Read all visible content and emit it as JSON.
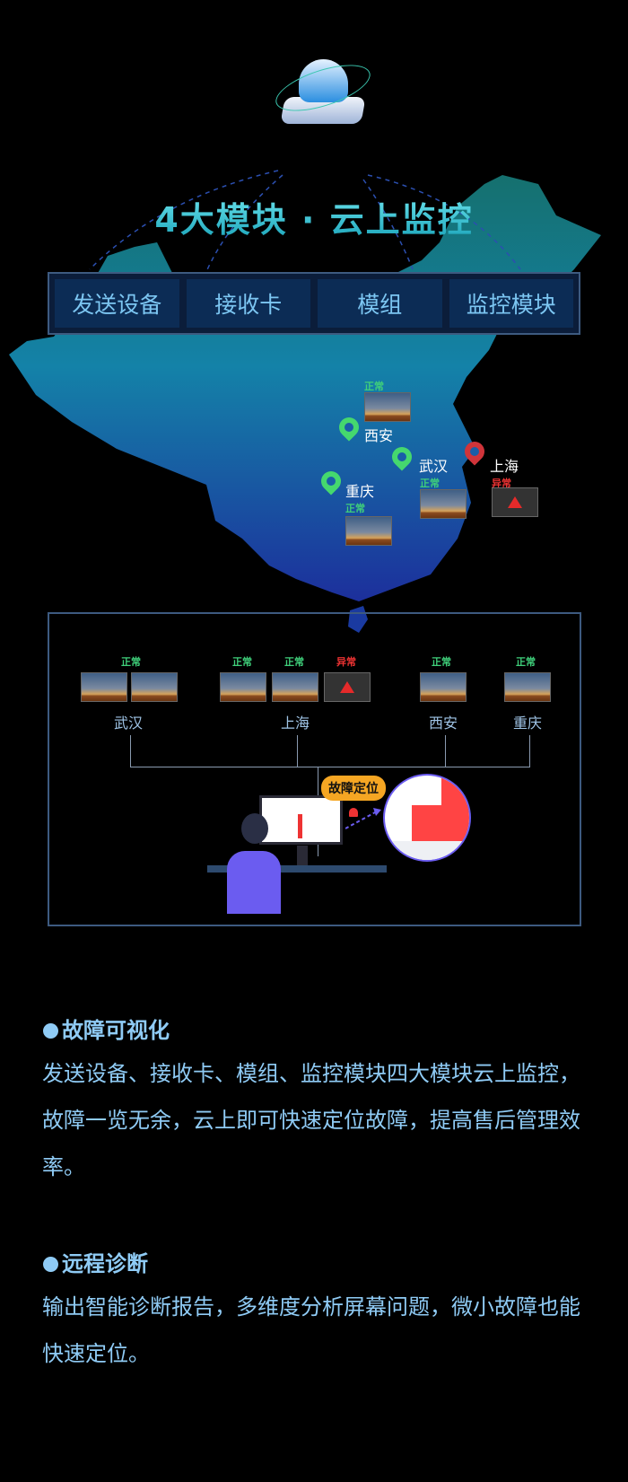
{
  "title": "4大模块 · 云上监控",
  "modules": [
    "发送设备",
    "接收卡",
    "模组",
    "监控模块"
  ],
  "map": {
    "xian": {
      "city": "西安",
      "status": "正常"
    },
    "wuhan": {
      "city": "武汉",
      "status": "正常"
    },
    "chongqing": {
      "city": "重庆",
      "status": "正常"
    },
    "shanghai": {
      "city": "上海",
      "status": "异常"
    }
  },
  "panel": {
    "groups": [
      {
        "city": "武汉",
        "statuses": [
          "正常"
        ]
      },
      {
        "city": "上海",
        "statuses": [
          "正常",
          "正常",
          "异常"
        ]
      },
      {
        "city": "西安",
        "statuses": [
          "正常"
        ]
      },
      {
        "city": "重庆",
        "statuses": [
          "正常"
        ]
      }
    ],
    "fault_label": "故障定位"
  },
  "colors": {
    "ok": "#3fcf7a",
    "error": "#e33333",
    "accent": "#8fcbf5"
  },
  "sections": [
    {
      "heading": "故障可视化",
      "lines": [
        "发送设备、接收卡、模组、监控模块四大模块云上监控，",
        "故障一览无余，云上即可快速定位故障，提高售后管理效",
        "率。"
      ]
    },
    {
      "heading": "远程诊断",
      "lines": [
        "输出智能诊断报告，多维度分析屏幕问题，微小故障也能",
        "快速定位。"
      ]
    }
  ]
}
